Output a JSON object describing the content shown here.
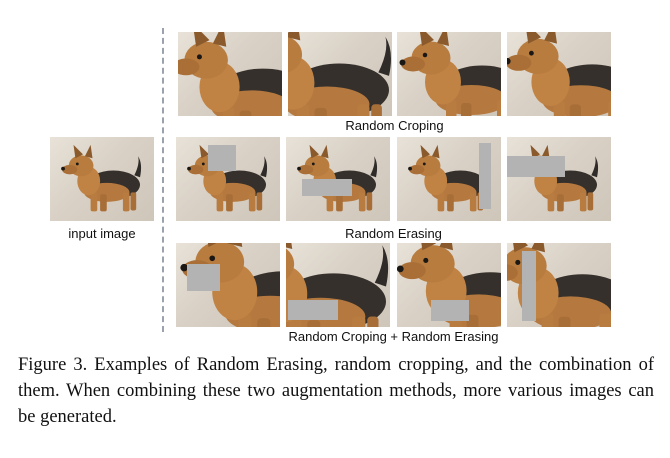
{
  "figure": {
    "input_label": "input image",
    "rows": [
      {
        "id": "cropping",
        "label": "Random Croping"
      },
      {
        "id": "erasing",
        "label": "Random Erasing"
      },
      {
        "id": "combined",
        "label": "Random Croping + Random Erasing"
      }
    ],
    "erase_color": "#b3b3b3"
  },
  "caption": {
    "text": "Figure 3. Examples of Random Erasing, random cropping, and the combination of them.  When combining these two augmentation methods, more various images can be generated."
  }
}
